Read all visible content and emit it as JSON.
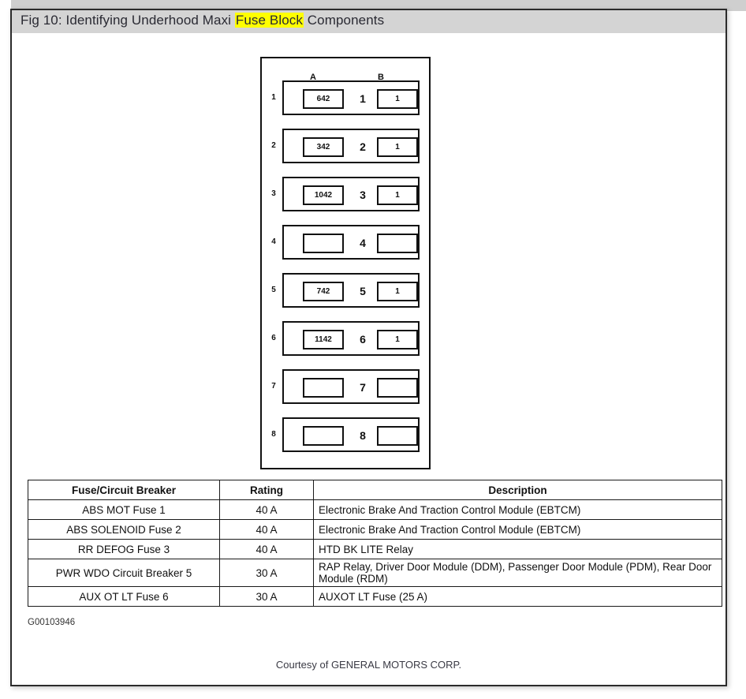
{
  "figure": {
    "title_prefix": "Fig 10: Identifying Underhood Maxi ",
    "title_highlight": "Fuse Block",
    "title_suffix": " Components",
    "code": "G00103946",
    "courtesy": "Courtesy of GENERAL MOTORS CORP."
  },
  "fuse_block": {
    "column_headers": {
      "a": "A",
      "b": "B"
    },
    "rows": [
      {
        "num": "1",
        "a": "642",
        "mid": "1",
        "b": "1"
      },
      {
        "num": "2",
        "a": "342",
        "mid": "2",
        "b": "1"
      },
      {
        "num": "3",
        "a": "1042",
        "mid": "3",
        "b": "1"
      },
      {
        "num": "4",
        "a": "",
        "mid": "4",
        "b": ""
      },
      {
        "num": "5",
        "a": "742",
        "mid": "5",
        "b": "1"
      },
      {
        "num": "6",
        "a": "1142",
        "mid": "6",
        "b": "1"
      },
      {
        "num": "7",
        "a": "",
        "mid": "7",
        "b": ""
      },
      {
        "num": "8",
        "a": "",
        "mid": "8",
        "b": ""
      }
    ]
  },
  "spec_table": {
    "headers": [
      "Fuse/Circuit Breaker",
      "Rating",
      "Description"
    ],
    "rows": [
      {
        "name": "ABS MOT Fuse 1",
        "rating": "40 A",
        "description": "Electronic Brake And Traction Control Module (EBTCM)",
        "tall": false
      },
      {
        "name": "ABS SOLENOID Fuse 2",
        "rating": "40 A",
        "description": "Electronic Brake And Traction Control Module (EBTCM)",
        "tall": false
      },
      {
        "name": "RR DEFOG Fuse 3",
        "rating": "40 A",
        "description": "HTD BK LITE Relay",
        "tall": false
      },
      {
        "name": "PWR WDO Circuit Breaker 5",
        "rating": "30 A",
        "description": "RAP Relay, Driver Door Module (DDM), Passenger Door Module (PDM), Rear Door Module (RDM)",
        "tall": true
      },
      {
        "name": "AUX OT LT Fuse 6",
        "rating": "30 A",
        "description": "AUXOT LT Fuse (25 A)",
        "tall": false
      }
    ]
  },
  "colors": {
    "header_bar": "#d4d4d4",
    "highlight": "#ffff00",
    "panel_border": "#2b2b2b",
    "ink": "#111111"
  }
}
